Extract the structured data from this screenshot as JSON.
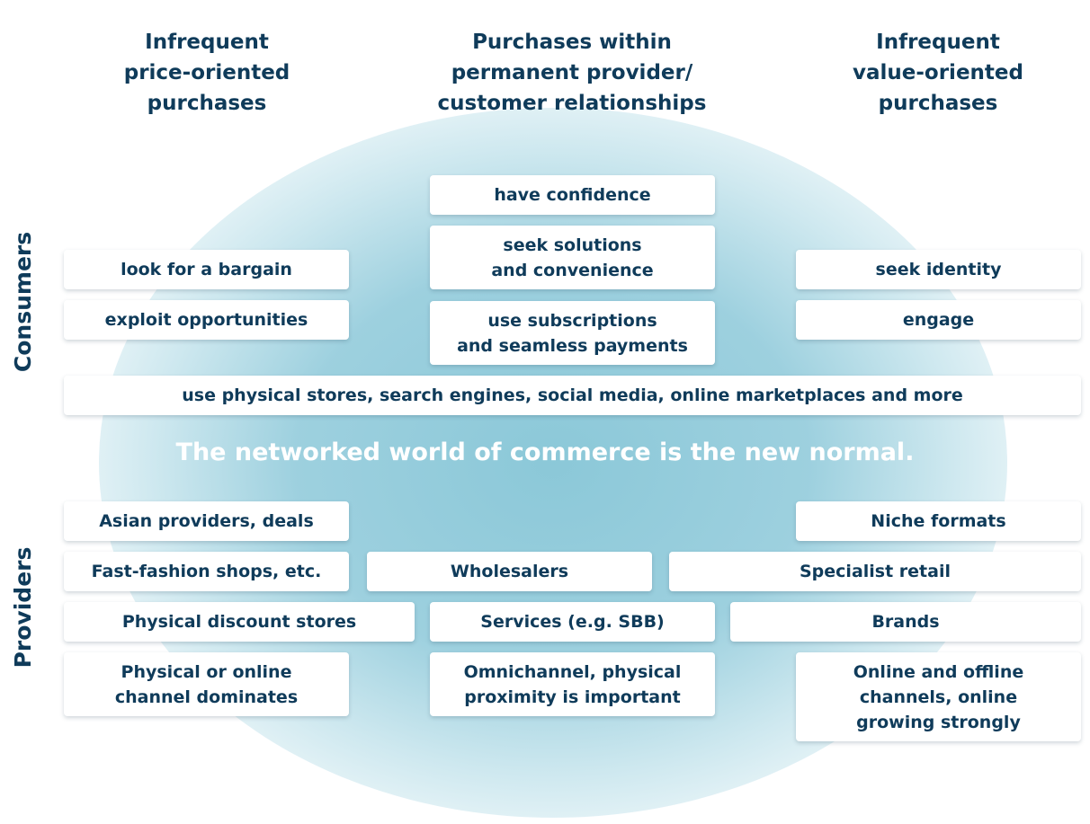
{
  "columns": {
    "left": "Infrequent\nprice-oriented\npurchases",
    "center": "Purchases within\npermanent provider/\ncustomer relationships",
    "right": "Infrequent\nvalue-oriented\npurchases"
  },
  "side_labels": {
    "consumers": "Consumers",
    "providers": "Providers"
  },
  "consumers": {
    "have_confidence": "have confidence",
    "seek_solutions": "seek solutions\nand convenience",
    "use_subscriptions": "use subscriptions\nand seamless payments",
    "look_bargain": "look for a bargain",
    "exploit": "exploit opportunities",
    "seek_identity": "seek identity",
    "engage": "engage",
    "all_channels": "use physical stores, search engines, social media, online marketplaces and more"
  },
  "tagline": "The networked world of commerce is the new normal.",
  "providers": {
    "asian": "Asian providers, deals",
    "niche": "Niche formats",
    "fast_fashion": "Fast-fashion shops, etc.",
    "wholesalers": "Wholesalers",
    "specialist": "Specialist retail",
    "discount": "Physical discount stores",
    "services": "Services (e.g. SBB)",
    "brands": "Brands",
    "channel_dominates": "Physical or online\nchannel dominates",
    "omnichannel": "Omnichannel, physical\nproximity is important",
    "online_offline": "Online and offline\nchannels, online\ngrowing strongly"
  },
  "colors": {
    "text": "#0f3b5a",
    "glow": "#85c5d6",
    "box": "#ffffff",
    "tagline": "#ffffff"
  }
}
